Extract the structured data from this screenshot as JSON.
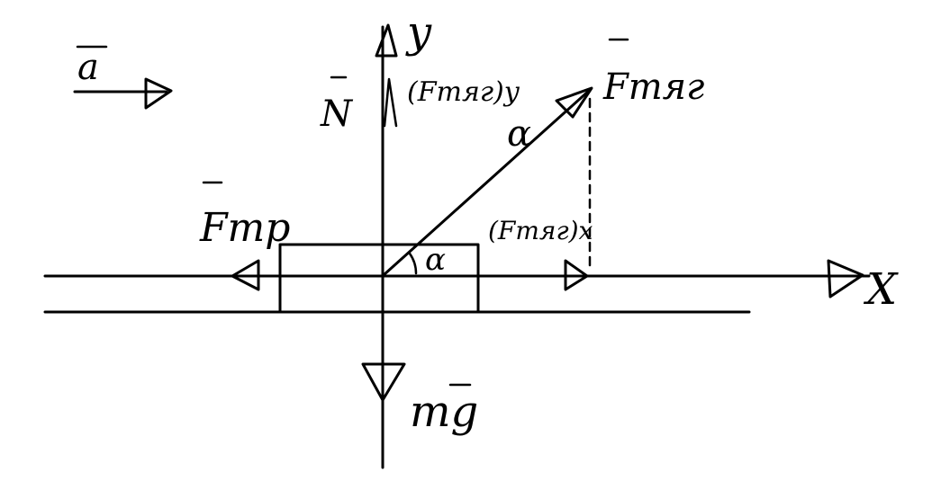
{
  "labels": {
    "accel": "a",
    "y_axis": "y",
    "x_axis": "X",
    "normal": "N",
    "tension_y": "(Fтяг)y",
    "tension": "Fтяг",
    "alpha_top": "α",
    "alpha_bottom": "α",
    "tension_x": "(Fтяг)x",
    "friction": "Fтр",
    "gravity": "mg"
  },
  "colors": {
    "ink": "#000000",
    "background": "#ffffff"
  }
}
